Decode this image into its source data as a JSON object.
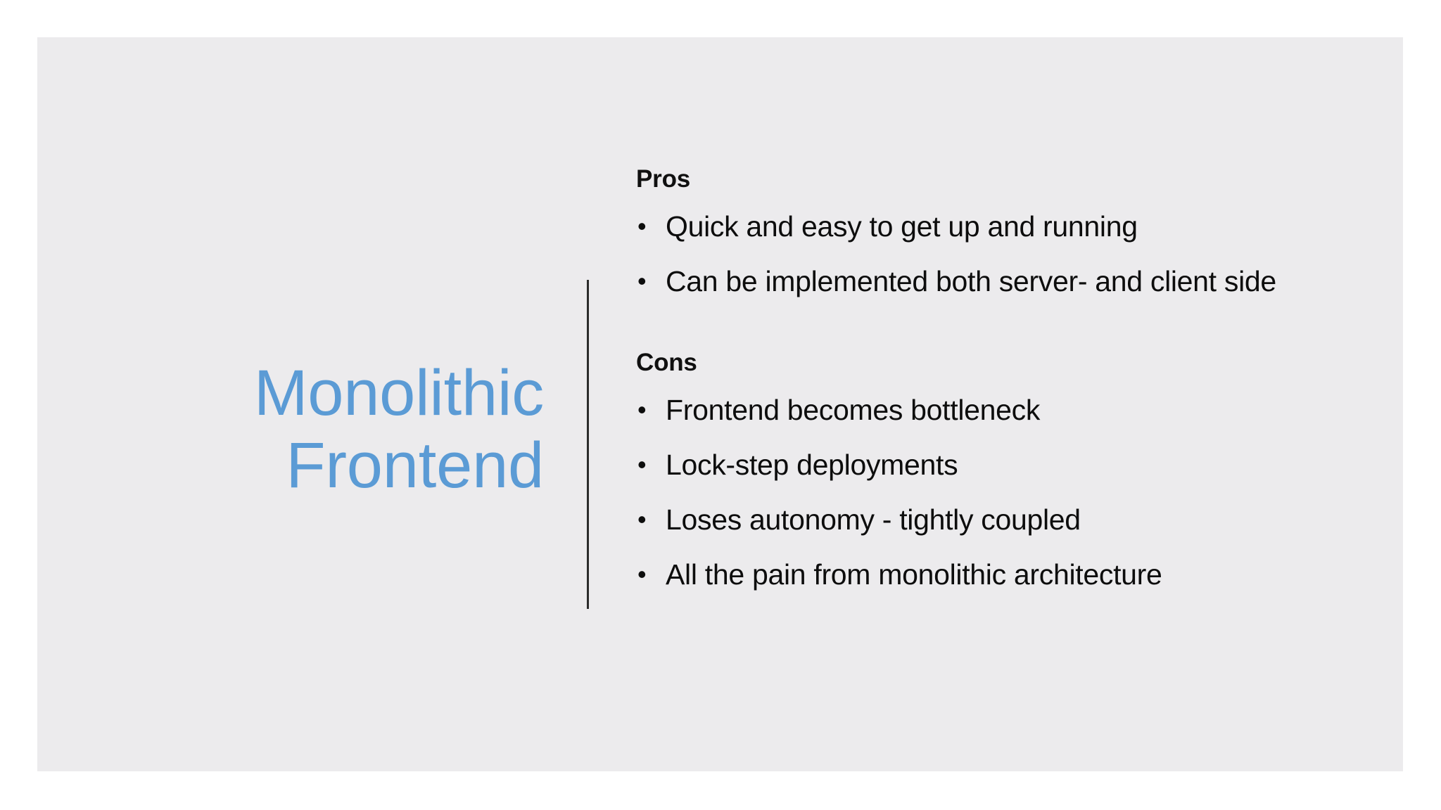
{
  "slide": {
    "background_color": "#ECEBED",
    "page_background_color": "#FFFFFF",
    "title": {
      "color": "#5B9BD5",
      "lines": [
        "Monolithic",
        "Frontend"
      ],
      "full_text": "Monolithic Frontend"
    },
    "divider": {
      "color": "#2B2B2B",
      "orientation": "vertical"
    },
    "sections": [
      {
        "heading": "Pros",
        "items": [
          "Quick and easy to get up and running",
          "Can be implemented both server- and client side"
        ]
      },
      {
        "heading": "Cons",
        "items": [
          "Frontend becomes bottleneck",
          "Lock-step deployments",
          "Loses autonomy - tightly coupled",
          "All the pain from monolithic architecture"
        ]
      }
    ]
  }
}
